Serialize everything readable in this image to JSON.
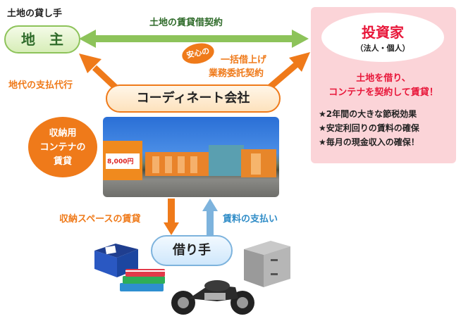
{
  "landlord": {
    "caption": "土地の貸し手",
    "name": "地　主"
  },
  "contract_top": "土地の賃貸借契約",
  "investor": {
    "title": "投資家",
    "subtitle": "（法人・個人）",
    "desc_line1": "土地を借り、",
    "desc_line2": "コンテナを契約して賃貸！",
    "benefits": [
      "★2年間の大きな節税効果",
      "★安定利回りの賃料の確保",
      "★毎月の現金収入の確保！"
    ]
  },
  "badge": "安心の",
  "master_lease_line1": "一括借上げ",
  "master_lease_line2": "業務委託契約",
  "land_rent_label": "地代の支払代行",
  "coordinator": "コーディネート会社",
  "storage_circle": [
    "収納用",
    "コンテナの",
    "賃貸"
  ],
  "photo": {
    "sign_text": "8,000円"
  },
  "lease_label": "収納スペースの賃貸",
  "payment_label": "賃料の支払い",
  "tenant": "借り手",
  "colors": {
    "orange": "#ef7a1a",
    "green": "#8dc35a",
    "blue": "#7db3dd",
    "pink_bg": "#fbd4d8",
    "red": "#e8173a"
  }
}
